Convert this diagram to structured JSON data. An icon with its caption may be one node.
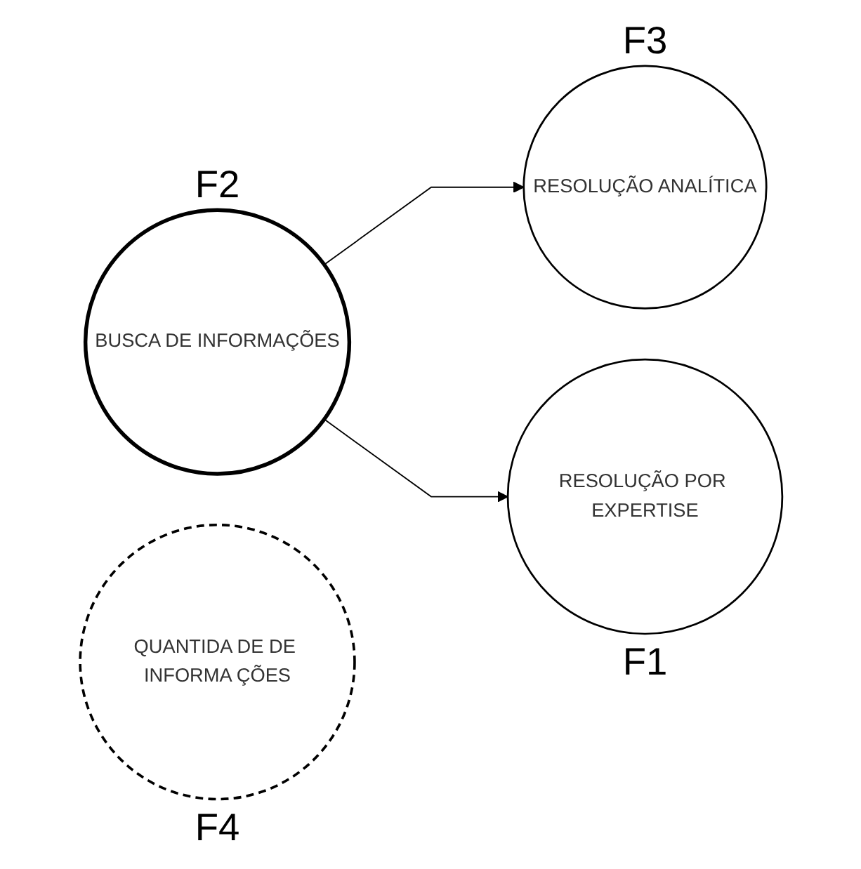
{
  "diagram": {
    "nodes": [
      {
        "text": [
          "BUSCA DE INFORMAÇÕES"
        ],
        "beside": [
          "F2"
        ]
      },
      {
        "text": [
          "QUANTIDA DE DE INFORMA ÇÕES"
        ],
        "beside": [
          "F4"
        ]
      },
      {
        "text": [
          "RESOLUÇÃO ANALÍTICA"
        ],
        "beside": [
          "F3"
        ]
      },
      {
        "text": [
          "RESOLUÇÃO POR EXPERTISE"
        ],
        "beside": [
          "F1"
        ]
      }
    ],
    "edges": [
      {
        "from": 0,
        "to": 2,
        "arrow": "to"
      },
      {
        "from": 0,
        "to": 3,
        "arrow": "to"
      }
    ]
  }
}
